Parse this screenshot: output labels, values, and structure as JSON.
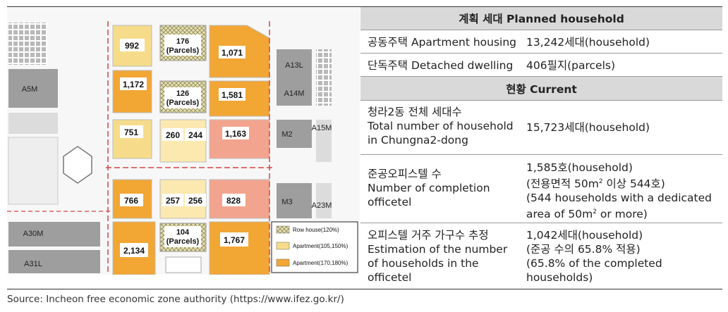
{
  "map": {
    "blocks": [
      {
        "id": "b992",
        "label": "992"
      },
      {
        "id": "b176",
        "label": "176\n(Parcels)"
      },
      {
        "id": "b1071",
        "label": "1,071"
      },
      {
        "id": "b1172",
        "label": "1,172"
      },
      {
        "id": "b126",
        "label": "126\n(Parcels)"
      },
      {
        "id": "b1581",
        "label": "1,581"
      },
      {
        "id": "b751",
        "label": "751"
      },
      {
        "id": "b260",
        "label": "260"
      },
      {
        "id": "b244",
        "label": "244"
      },
      {
        "id": "b1163",
        "label": "1,163"
      },
      {
        "id": "b766",
        "label": "766"
      },
      {
        "id": "b257",
        "label": "257"
      },
      {
        "id": "b256",
        "label": "256"
      },
      {
        "id": "b828",
        "label": "828"
      },
      {
        "id": "b104",
        "label": "104\n(Parcels)"
      },
      {
        "id": "b1767",
        "label": "1,767"
      },
      {
        "id": "b2134",
        "label": "2,134"
      }
    ],
    "zones": [
      "A13L",
      "A14M",
      "A5M",
      "M2",
      "A15M",
      "M3",
      "A23M",
      "A30M",
      "A31L"
    ],
    "legend": [
      {
        "label": "Row house(120%)",
        "color": "#c9c08a"
      },
      {
        "label": "Apartment(105,150%)",
        "color": "#f6dc8a"
      },
      {
        "label": "Apartment(170,180%)",
        "color": "#f2a634"
      }
    ]
  },
  "table": {
    "planned_header": "계획 세대 Planned household",
    "planned_rows": [
      {
        "label": "공동주택 Apartment housing",
        "value": "13,242세대(household)"
      },
      {
        "label": "단독주택 Detached dwelling",
        "value": "406필지(parcels)"
      }
    ],
    "current_header": "현황 Current",
    "current_rows": [
      {
        "label": "청라2동 전체 세대수\nTotal number of household\nin Chungna2-dong",
        "value": "15,723세대(household)"
      },
      {
        "label": "준공오피스텔 수\nNumber of completion\nofficetel",
        "value_parts": [
          "1,585호(household)",
          "(전용면적 50m",
          "2",
          " 이상 544호)",
          "(544 households with a dedicated",
          "area of 50m",
          "2",
          " or more)"
        ]
      },
      {
        "label": "오피스텔 거주 가구수 추정\nEstimation of the number\nof households in the\nofficetel",
        "value": "1,042세대(household)\n(준공 수의 65.8% 적용)\n(65.8% of the completed\nhouseholds)"
      }
    ]
  },
  "source": "Source: Incheon free economic zone authority (https://www.ifez.go.kr/)"
}
